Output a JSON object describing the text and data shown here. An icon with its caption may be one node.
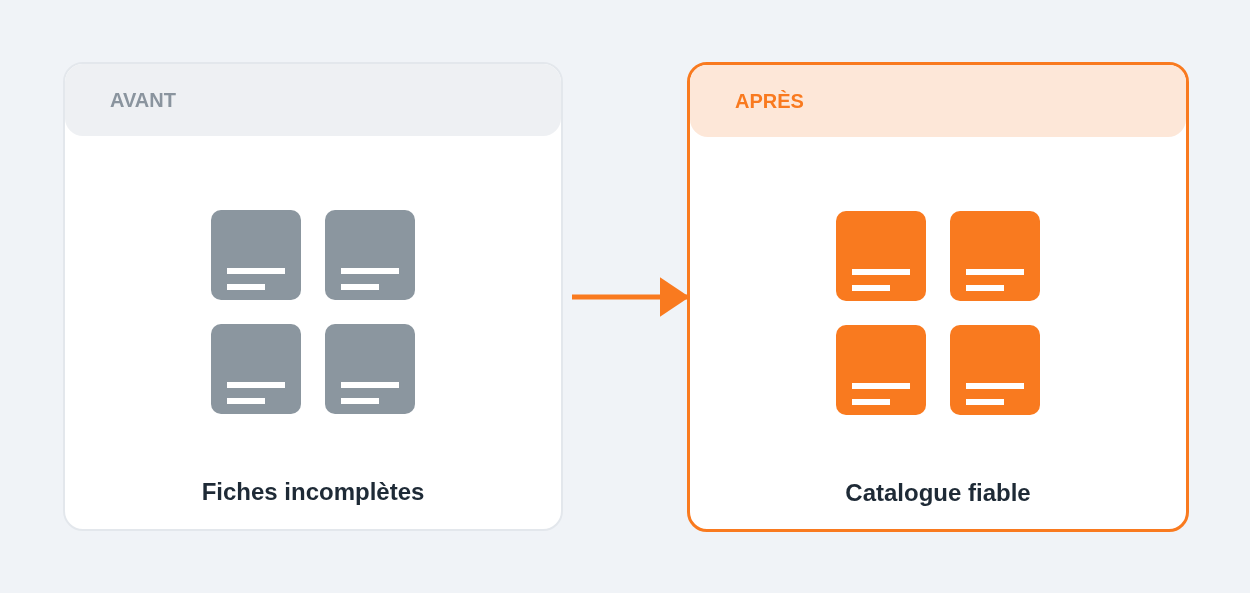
{
  "diagram": {
    "nodes": [
      {
        "text": [
          "AVANT",
          "Fiches incomplètes"
        ]
      },
      {
        "text": [
          "APRÈS",
          "Catalogue fiable"
        ]
      }
    ],
    "edges": [
      {
        "from": 0,
        "to": 1,
        "arrow": "to"
      }
    ]
  }
}
